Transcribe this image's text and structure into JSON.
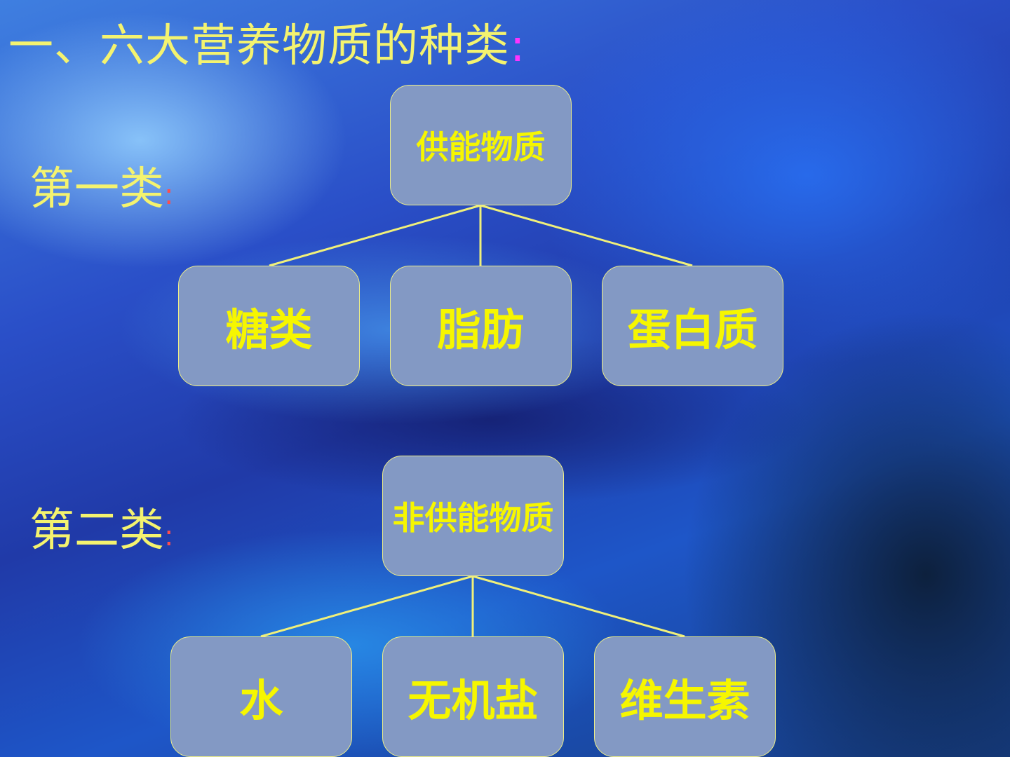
{
  "title": {
    "text": "一、六大营养物质的种类",
    "colon": ":"
  },
  "groups": [
    {
      "label": "第一类",
      "colon": ":",
      "parent": "供能物质",
      "children": [
        "糖类",
        "脂肪",
        "蛋白质"
      ]
    },
    {
      "label": "第二类",
      "colon": ":",
      "parent": "非供能物质",
      "children": [
        "水",
        "无机盐",
        "维生素"
      ]
    }
  ],
  "colors": {
    "text_yellow": "#f4f36f",
    "node_fill": "#8399c4",
    "node_text": "#f6f600",
    "connector": "#f0f07a",
    "title_colon": "#ff33ff",
    "label_colon": "#ff4d4d"
  }
}
